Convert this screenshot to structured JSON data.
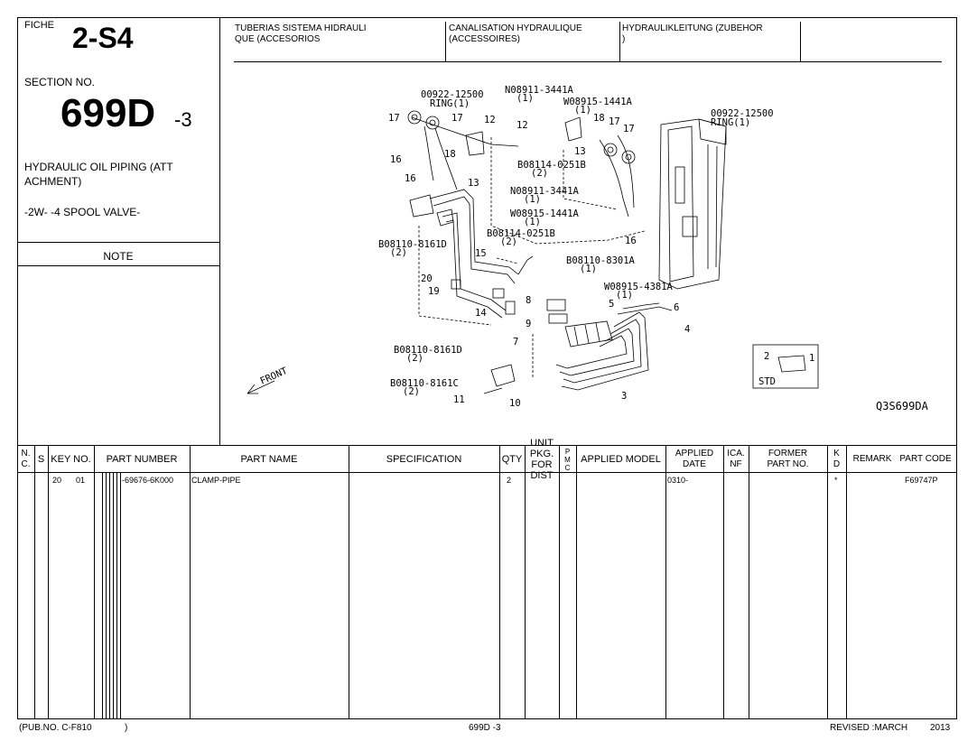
{
  "fiche": {
    "label": "FICHE",
    "code": "2-S4"
  },
  "section": {
    "label": "SECTION NO.",
    "number": "699D",
    "suffix": "-3"
  },
  "title": {
    "line1": "HYDRAULIC OIL PIPING (ATT",
    "line2": "ACHMENT)",
    "sub": "-2W- -4 SPOOL VALVE-"
  },
  "note_label": "NOTE",
  "translations": {
    "es_1": "TUBERIAS SISTEMA HIDRAULI",
    "es_2": "QUE (ACCESORIOS",
    "fr_1": "CANALISATION HYDRAULIQUE",
    "fr_2": "(ACCESSOIRES)",
    "de_1": "HYDRAULIKLEITUNG (ZUBEHOR",
    "de_2": ")"
  },
  "diagram": {
    "code": "Q3S699DA",
    "front_label": "FRONT",
    "std_label": "STD",
    "callouts": {
      "c1": "00922-12500",
      "c1b": "RING(1)",
      "c2": "N08911-3441A",
      "c2b": "(1)",
      "c3": "W08915-1441A",
      "c3b": "(1)",
      "c4": "00922-12500",
      "c4b": "RING(1)",
      "c5": "B08114-0251B",
      "c5b": "(2)",
      "c6": "N08911-3441A",
      "c6b": "(1)",
      "c7": "W08915-1441A",
      "c7b": "(1)",
      "c8": "B08114-0251B",
      "c8b": "(2)",
      "c9": "B08110-8161D",
      "c9b": "(2)",
      "c10": "B08110-8301A",
      "c10b": "(1)",
      "c11": "W08915-4381A",
      "c11b": "(1)",
      "c12": "B08110-8161D",
      "c12b": "(2)",
      "c13": "B08110-8161C",
      "c13b": "(2)"
    },
    "numbers": [
      "17",
      "17",
      "12",
      "12",
      "18",
      "17",
      "17",
      "16",
      "18",
      "13",
      "16",
      "13",
      "16",
      "15",
      "20",
      "19",
      "14",
      "8",
      "9",
      "5",
      "6",
      "4",
      "7",
      "11",
      "10",
      "3",
      "2",
      "1"
    ]
  },
  "table": {
    "headers": {
      "nc": "N.\nC.",
      "s": "S",
      "key": "KEY NO.",
      "part_number": "PART NUMBER",
      "part_name": "PART NAME",
      "spec": "SPECIFICATION",
      "qty": "QTY",
      "unit": "UNIT\nPKG.\nFOR DIST",
      "pmc": "P\nM\nC",
      "applied_model": "APPLIED MODEL",
      "applied_date": "APPLIED\nDATE",
      "ica": "ICA.\nNF",
      "former": "FORMER\nPART NO.",
      "kd": "K\nD",
      "remark": "REMARK",
      "part_code": "PART CODE"
    },
    "rows": [
      {
        "key1": "20",
        "key2": "01",
        "part_number": "-69676-6K000",
        "part_name": "CLAMP-PIPE",
        "qty": "2",
        "applied_date": "0310-",
        "kd": "*",
        "part_code": "F69747P"
      }
    ]
  },
  "footer": {
    "pub": "(PUB.NO. C-F810",
    "pub_close": ")",
    "page": "699D -3",
    "revised": "REVISED :MARCH",
    "year": "2013"
  }
}
